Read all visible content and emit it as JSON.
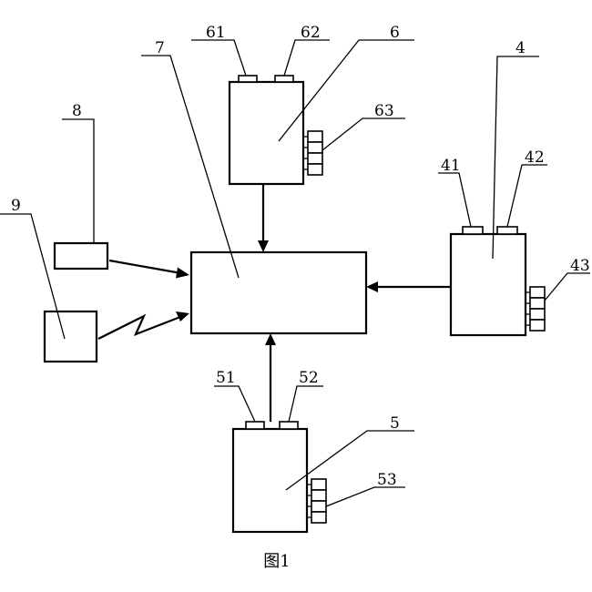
{
  "labels": {
    "l61": "61",
    "l62": "62",
    "l6": "6",
    "l63": "63",
    "l7": "7",
    "l8": "8",
    "l9": "9",
    "l4": "4",
    "l41": "41",
    "l42": "42",
    "l43": "43",
    "l51": "51",
    "l52": "52",
    "l5": "5",
    "l53": "53"
  },
  "caption": "图1"
}
